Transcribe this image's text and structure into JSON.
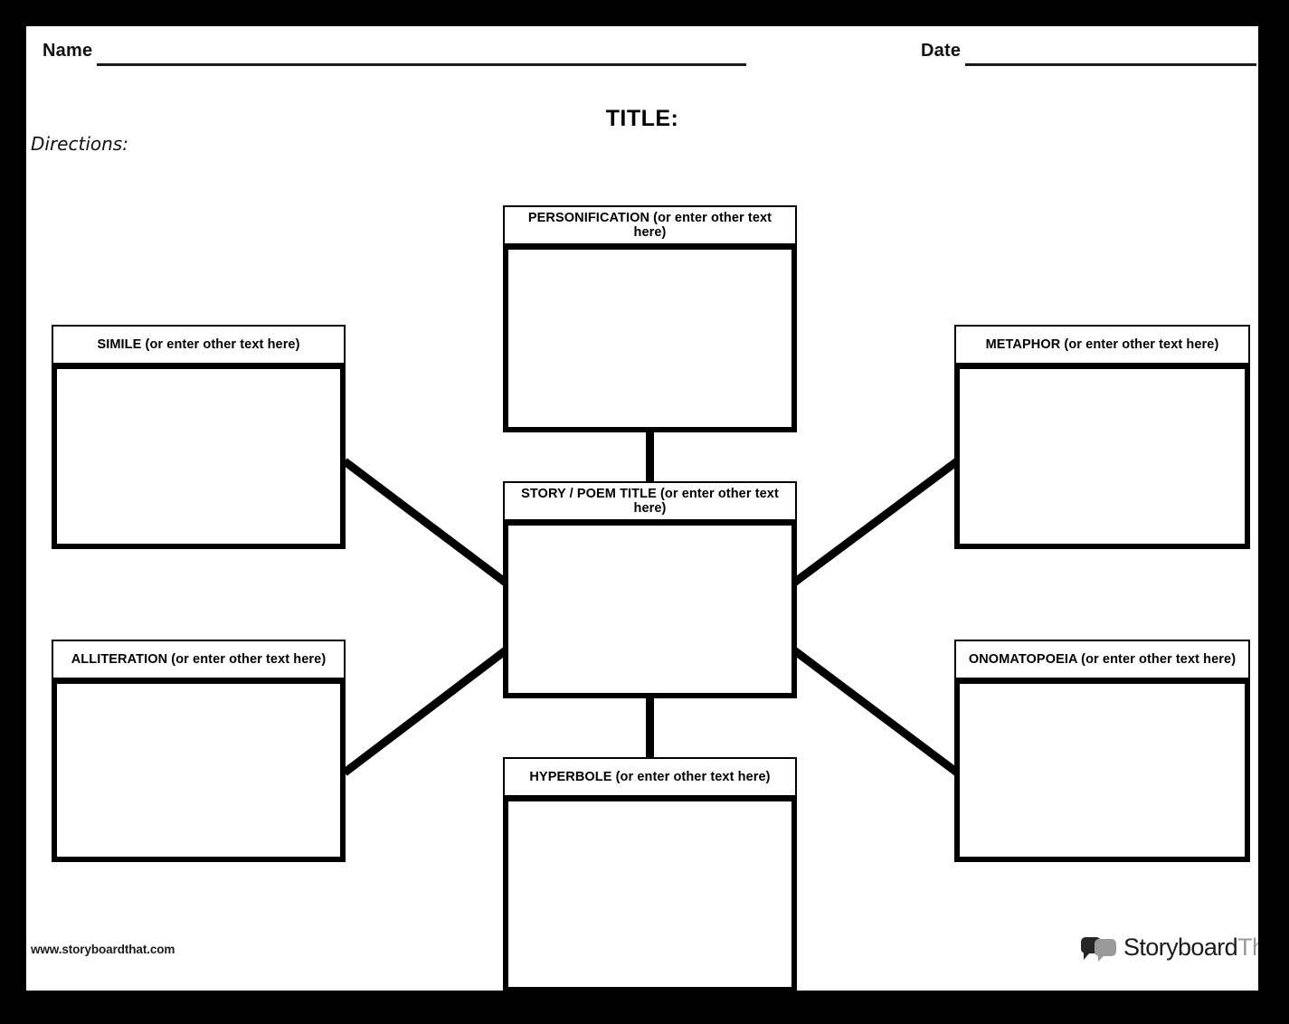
{
  "page": {
    "background_color": "#000000",
    "sheet_color": "#ffffff",
    "ink_color": "#000000"
  },
  "header": {
    "name_label": "Name",
    "date_label": "Date",
    "title_heading": "TITLE:",
    "directions_label": "Directions:"
  },
  "diagram": {
    "type": "spider-map",
    "center": {
      "id": "center",
      "label": "STORY / POEM TITLE (or enter other text here)",
      "answer_text": ""
    },
    "nodes": [
      {
        "id": "personification",
        "label": "PERSONIFICATION (or enter other text here)",
        "answer_text": "",
        "position": "top"
      },
      {
        "id": "simile",
        "label": "SIMILE (or enter other text here)",
        "answer_text": "",
        "position": "left-upper"
      },
      {
        "id": "metaphor",
        "label": "METAPHOR (or enter other text here)",
        "answer_text": "",
        "position": "right-upper"
      },
      {
        "id": "alliteration",
        "label": "ALLITERATION (or enter other text here)",
        "answer_text": "",
        "position": "left-lower"
      },
      {
        "id": "onomatopoeia",
        "label": "ONOMATOPOEIA (or enter other text here)",
        "answer_text": "",
        "position": "right-lower"
      },
      {
        "id": "hyperbole",
        "label": "HYPERBOLE (or enter other text here)",
        "answer_text": "",
        "position": "bottom"
      }
    ],
    "connectors": [
      {
        "from": "center",
        "to": "personification",
        "style": "vertical"
      },
      {
        "from": "center",
        "to": "hyperbole",
        "style": "vertical"
      },
      {
        "from": "center",
        "to": "simile",
        "style": "diagonal"
      },
      {
        "from": "center",
        "to": "metaphor",
        "style": "diagonal"
      },
      {
        "from": "center",
        "to": "alliteration",
        "style": "diagonal"
      },
      {
        "from": "center",
        "to": "onomatopoeia",
        "style": "diagonal"
      }
    ]
  },
  "footer": {
    "site_url": "www.storyboardthat.com",
    "brand_name_dark": "Storyboard",
    "brand_name_gray": "That",
    "brand_gray_color": "#9a9a9a"
  }
}
